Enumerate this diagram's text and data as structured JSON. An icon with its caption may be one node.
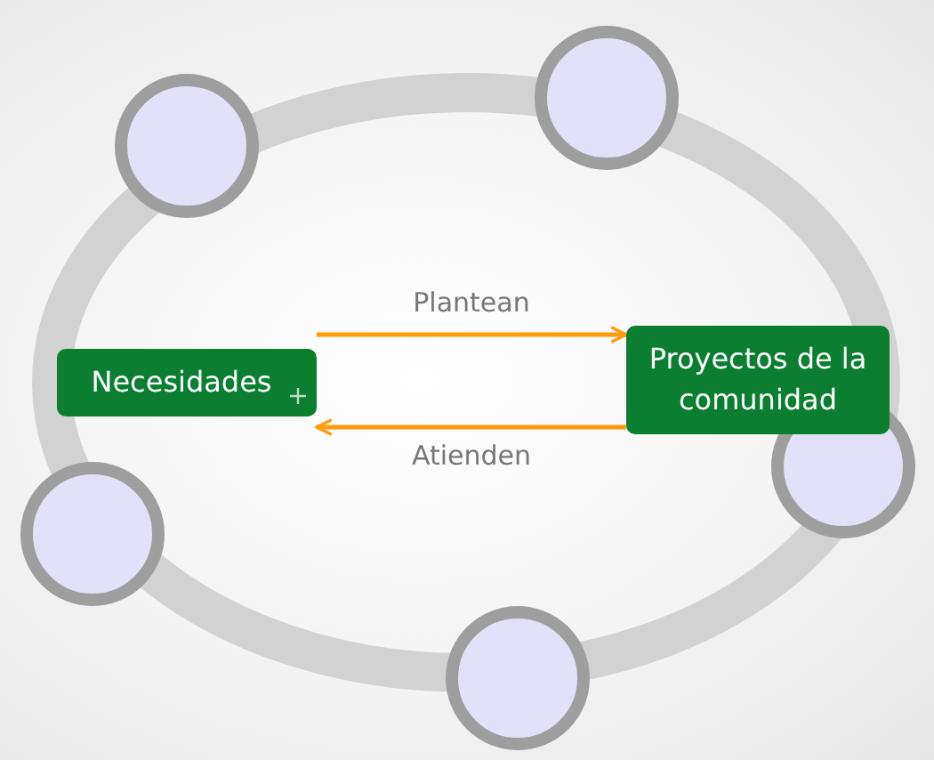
{
  "diagram": {
    "nodes": [
      {
        "text": [
          "Necesidades"
        ]
      },
      {
        "text": [
          "Proyectos de la comunidad"
        ]
      }
    ],
    "edges": [
      {
        "from": 0,
        "to": 1,
        "arrow": "to",
        "label": "Plantean"
      },
      {
        "from": 1,
        "to": 0,
        "arrow": "to",
        "label": "Atienden"
      }
    ]
  }
}
